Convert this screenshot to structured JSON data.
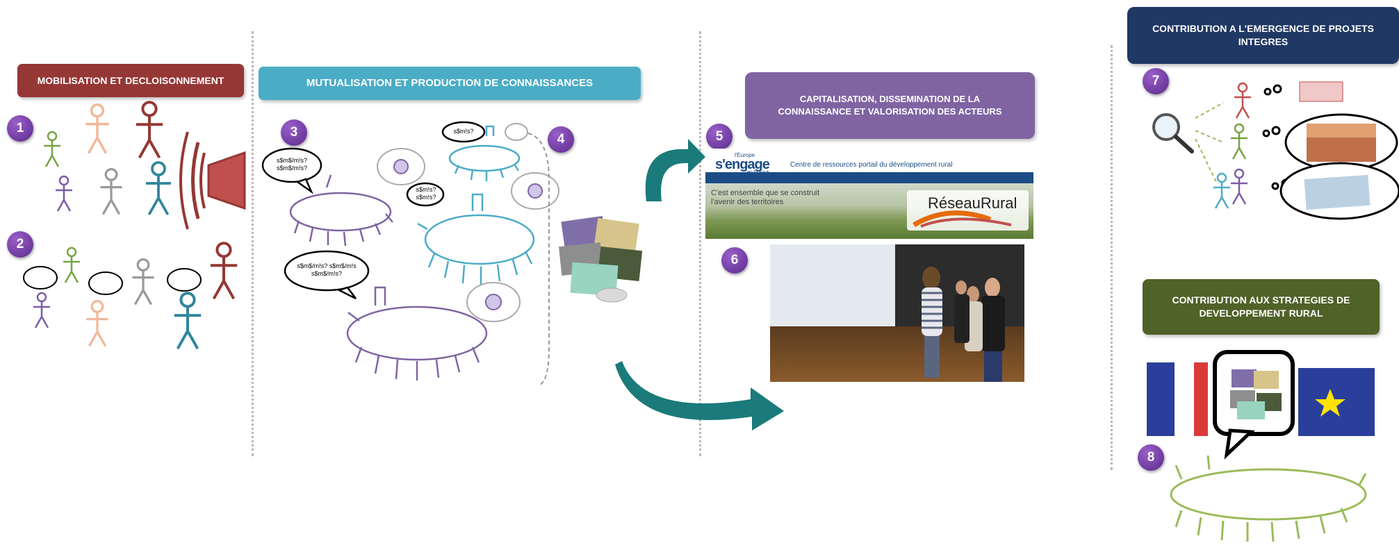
{
  "sections": {
    "mobilisation": {
      "title": "MOBILISATION ET DECLOISONNEMENT"
    },
    "mutualisation": {
      "title": "MUTUALISATION ET PRODUCTION DE CONNAISSANCES"
    },
    "capitalisation": {
      "title_line1": "CAPITALISATION, DISSEMINATION DE LA",
      "title_line2": "CONNAISSANCE ET VALORISATION DES ACTEURS"
    },
    "emergence": {
      "title_line1": "CONTRIBUTION A L'EMERGENCE DE PROJETS",
      "title_line2": "INTEGRES"
    },
    "strategies": {
      "title_line1": "CONTRIBUTION AUX STRATEGIES DE",
      "title_line2": "DEVELOPPEMENT RURAL"
    }
  },
  "steps": [
    "1",
    "2",
    "3",
    "4",
    "5",
    "6",
    "7",
    "8"
  ],
  "speech": {
    "bubble_a_line1": "s$m$/m!s?",
    "bubble_a_line2": "s$m$/m!s?",
    "bubble_b": "s$m!s?",
    "bubble_c_line1": "s$m!s?",
    "bubble_c_line2": "s$m!s?",
    "bubble_d_line1": "s$m$/m!s? s$m$/m!s",
    "bubble_d_line2": "s$m$/m!s?"
  },
  "website": {
    "europe_label": "l'Europe",
    "engage_label": "s'engage",
    "en_france_label": "en France",
    "header_title": "Centre de ressources portail du développement rural",
    "tagline_line1": "C'est ensemble que se construit",
    "tagline_line2": "l'avenir des territoires",
    "logo_text": "RéseauRural"
  },
  "colors": {
    "mobilisation": "#953735",
    "mutualisation": "#4bacc6",
    "capitalisation": "#8064a2",
    "emergence": "#1f3864",
    "strategies": "#4f6228",
    "badge": "#6b3aa0",
    "arrow": "#1b7a7a"
  }
}
